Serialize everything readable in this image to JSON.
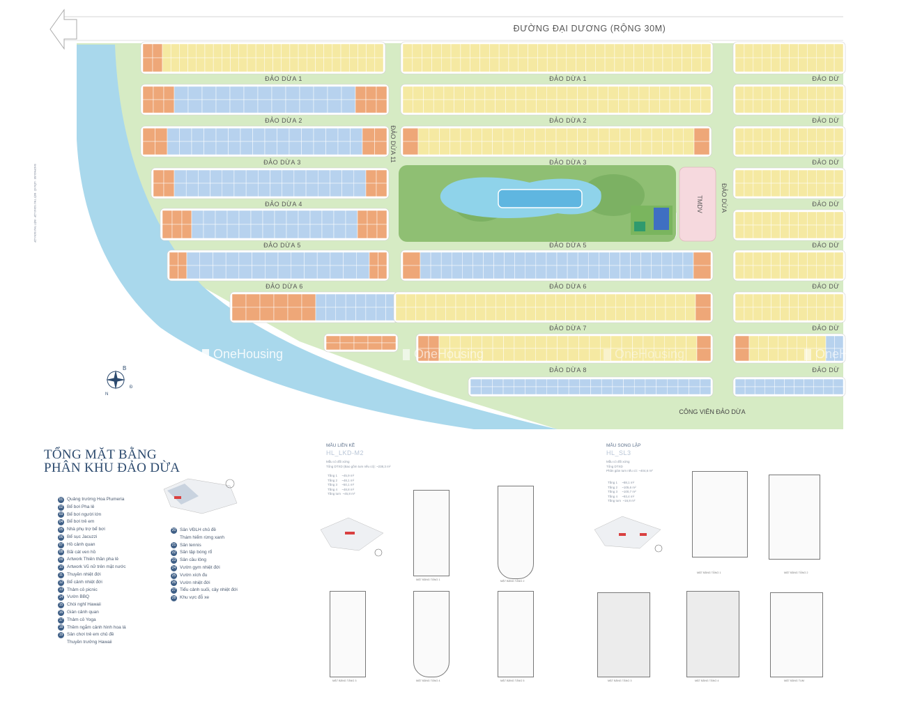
{
  "road_top": "ĐƯỜNG ĐẠI DƯƠNG (RỘNG 30M)",
  "streets": {
    "s1": "ĐẢO DỪA 1",
    "s2": "ĐẢO DỪA 2",
    "s3": "ĐẢO DỪA 3",
    "s4": "ĐẢO DỪA 4",
    "s5": "ĐẢO DỪA 5",
    "s6": "ĐẢO DỪA 6",
    "s7": "ĐẢO DỪA 7",
    "s8": "ĐẢO DỪA 8",
    "s11": "ĐẢO DỪA 11",
    "right_cut": "ĐẢO DỪ",
    "vertical": "ĐẢO DỪA"
  },
  "park": "CÔNG VIÊN ĐẢO DỪA",
  "tmdv": "TMDV",
  "compass": {
    "b": "B",
    "d": "Đ",
    "n": "N"
  },
  "watermark": "OneHousing",
  "title": {
    "line1": "TỔNG MẶT BẰNG",
    "line2": "PHÂN KHU ĐẢO DỪA"
  },
  "legend_left": [
    {
      "n": "01",
      "t": "Quảng trường Hoa Plumeria"
    },
    {
      "n": "02",
      "t": "Bể bơi Pha lê"
    },
    {
      "n": "03",
      "t": "Bể bơi người lớn"
    },
    {
      "n": "04",
      "t": "Bể bơi trẻ em"
    },
    {
      "n": "05",
      "t": "Nhà phụ trợ bể bơi"
    },
    {
      "n": "06",
      "t": "Bể sục Jacuzzi"
    },
    {
      "n": "07",
      "t": "Hồ cảnh quan"
    },
    {
      "n": "08",
      "t": "Bãi cát ven hồ"
    },
    {
      "n": "09",
      "t": "Artwork Thiên thần pha lê"
    },
    {
      "n": "10",
      "t": "Artwork Vũ nữ trên mặt nước"
    },
    {
      "n": "11",
      "t": "Thuyền nhiệt đới"
    },
    {
      "n": "12",
      "t": "Bể cảnh nhiệt đới"
    },
    {
      "n": "13",
      "t": "Thảm cỏ picnic"
    },
    {
      "n": "14",
      "t": "Vườn BBQ"
    },
    {
      "n": "15",
      "t": "Chòi nghỉ Hawaii"
    },
    {
      "n": "16",
      "t": "Giàn cảnh quan"
    },
    {
      "n": "17",
      "t": "Thảm cỏ Yoga"
    },
    {
      "n": "18",
      "t": "Thềm ngắm cảnh hình hoa lá"
    },
    {
      "n": "19",
      "t": "Sân chơi trẻ em chủ đề"
    },
    {
      "n": "",
      "t": "Thuyền trưởng Hawaii"
    }
  ],
  "legend_right": [
    {
      "n": "20",
      "t": "Sân VĐLH chủ đề"
    },
    {
      "n": "",
      "t": "Thám hiểm rừng xanh"
    },
    {
      "n": "21",
      "t": "Sân tennis"
    },
    {
      "n": "22",
      "t": "Sân tập bóng rổ"
    },
    {
      "n": "23",
      "t": "Sân cầu lông"
    },
    {
      "n": "24",
      "t": "Vườn gym nhiệt đới"
    },
    {
      "n": "25",
      "t": "Vườn xích đu"
    },
    {
      "n": "26",
      "t": "Vườn nhiệt đới"
    },
    {
      "n": "27",
      "t": "Tiểu cảnh suối, cây nhiệt đới"
    },
    {
      "n": "28",
      "t": "Khu vực đỗ xe"
    }
  ],
  "panel_mid": {
    "label": "MẪU LIỀN KỀ",
    "code": "HL_LKD-M2",
    "info": "Mẫu có đối xứng\nTổng DTXD (Bao gồm tum nếu có): ~238,3 m²",
    "floors": "Tầng 1     ~45,9 m²\nTầng 2     ~48,1 m²\nTầng 3     ~50,1 m²\nTầng 4     ~48,8 m²\nTầng tum  ~45,8 m²",
    "caps": [
      "MẶT BẰNG TẦNG 1",
      "MẶT BẰNG TẦNG 2",
      "MẶT BẰNG TẦNG 3",
      "MẶT BẰNG TẦNG 4",
      "MẶT BẰNG TẦNG 5"
    ]
  },
  "panel_right": {
    "label": "MẪU SONG LẬP",
    "code": "HL_SL3",
    "info": "Mẫu có đối xứng\nTổng DTXD\nPhân giàn tum nếu có: ~404,6 m²",
    "floors": "Tầng 1     ~88,1 m²\nTầng 2     ~105,6 m²\nTầng 3     ~100,7 m²\nTầng 4     ~93,4 m²\nTầng tum  ~16,8 m²",
    "caps": [
      "MẶT BẰNG TẦNG 1",
      "MẶT BẰNG TẦNG 2",
      "MẶT BẰNG TẦNG 3",
      "MẶT BẰNG TẦNG 4",
      "MẶT BẰNG TUM"
    ]
  },
  "colors": {
    "water": "#a9d8ec",
    "green": "#d6ebc4",
    "yellow": "#f5e9a2",
    "blue": "#b7d2ee",
    "orange": "#eea778",
    "road": "#f4f4f4",
    "title": "#2c4a6e"
  }
}
